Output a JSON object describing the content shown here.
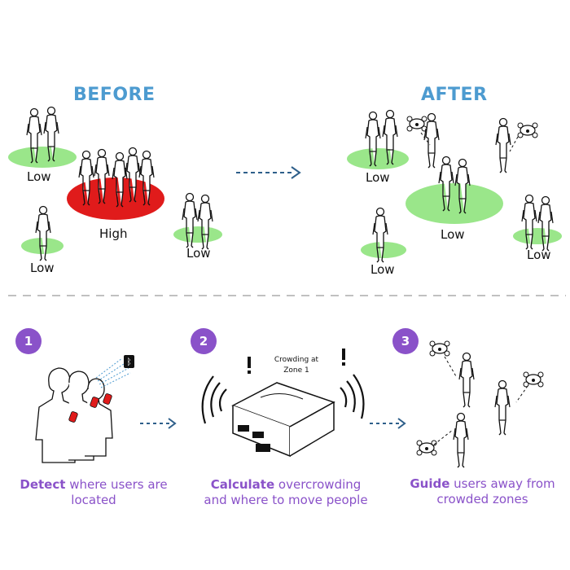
{
  "before": {
    "heading": "BEFORE",
    "zones": [
      {
        "label": "Low"
      },
      {
        "label": "High"
      },
      {
        "label": "Low"
      },
      {
        "label": "Low"
      }
    ]
  },
  "after": {
    "heading": "AFTER",
    "zones": [
      {
        "label": "Low"
      },
      {
        "label": "Low"
      },
      {
        "label": "Low"
      },
      {
        "label": "Low"
      }
    ]
  },
  "steps": [
    {
      "number": "1",
      "bold": "Detect",
      "rest_line1": " where users are",
      "line2": "located"
    },
    {
      "number": "2",
      "bold": "Calculate",
      "rest_line1": " overcrowding",
      "line2": "and where to move people",
      "device_caption_line1": "Crowding at",
      "device_caption_line2": "Zone 1"
    },
    {
      "number": "3",
      "bold": "Guide",
      "rest_line1": " users away from",
      "line2": "crowded zones"
    }
  ],
  "colors": {
    "heading": "#4d9bd0",
    "low_zone": "#9ae68a",
    "high_zone": "#e01b1b",
    "step_accent": "#8a52c9",
    "arrow": "#2e5f8a",
    "bluetooth_signal": "#4d9bd0"
  },
  "icons": [
    "bluetooth-icon",
    "exclamation-icon",
    "wifi-signal-icon",
    "drone-icon",
    "phone-icon"
  ]
}
